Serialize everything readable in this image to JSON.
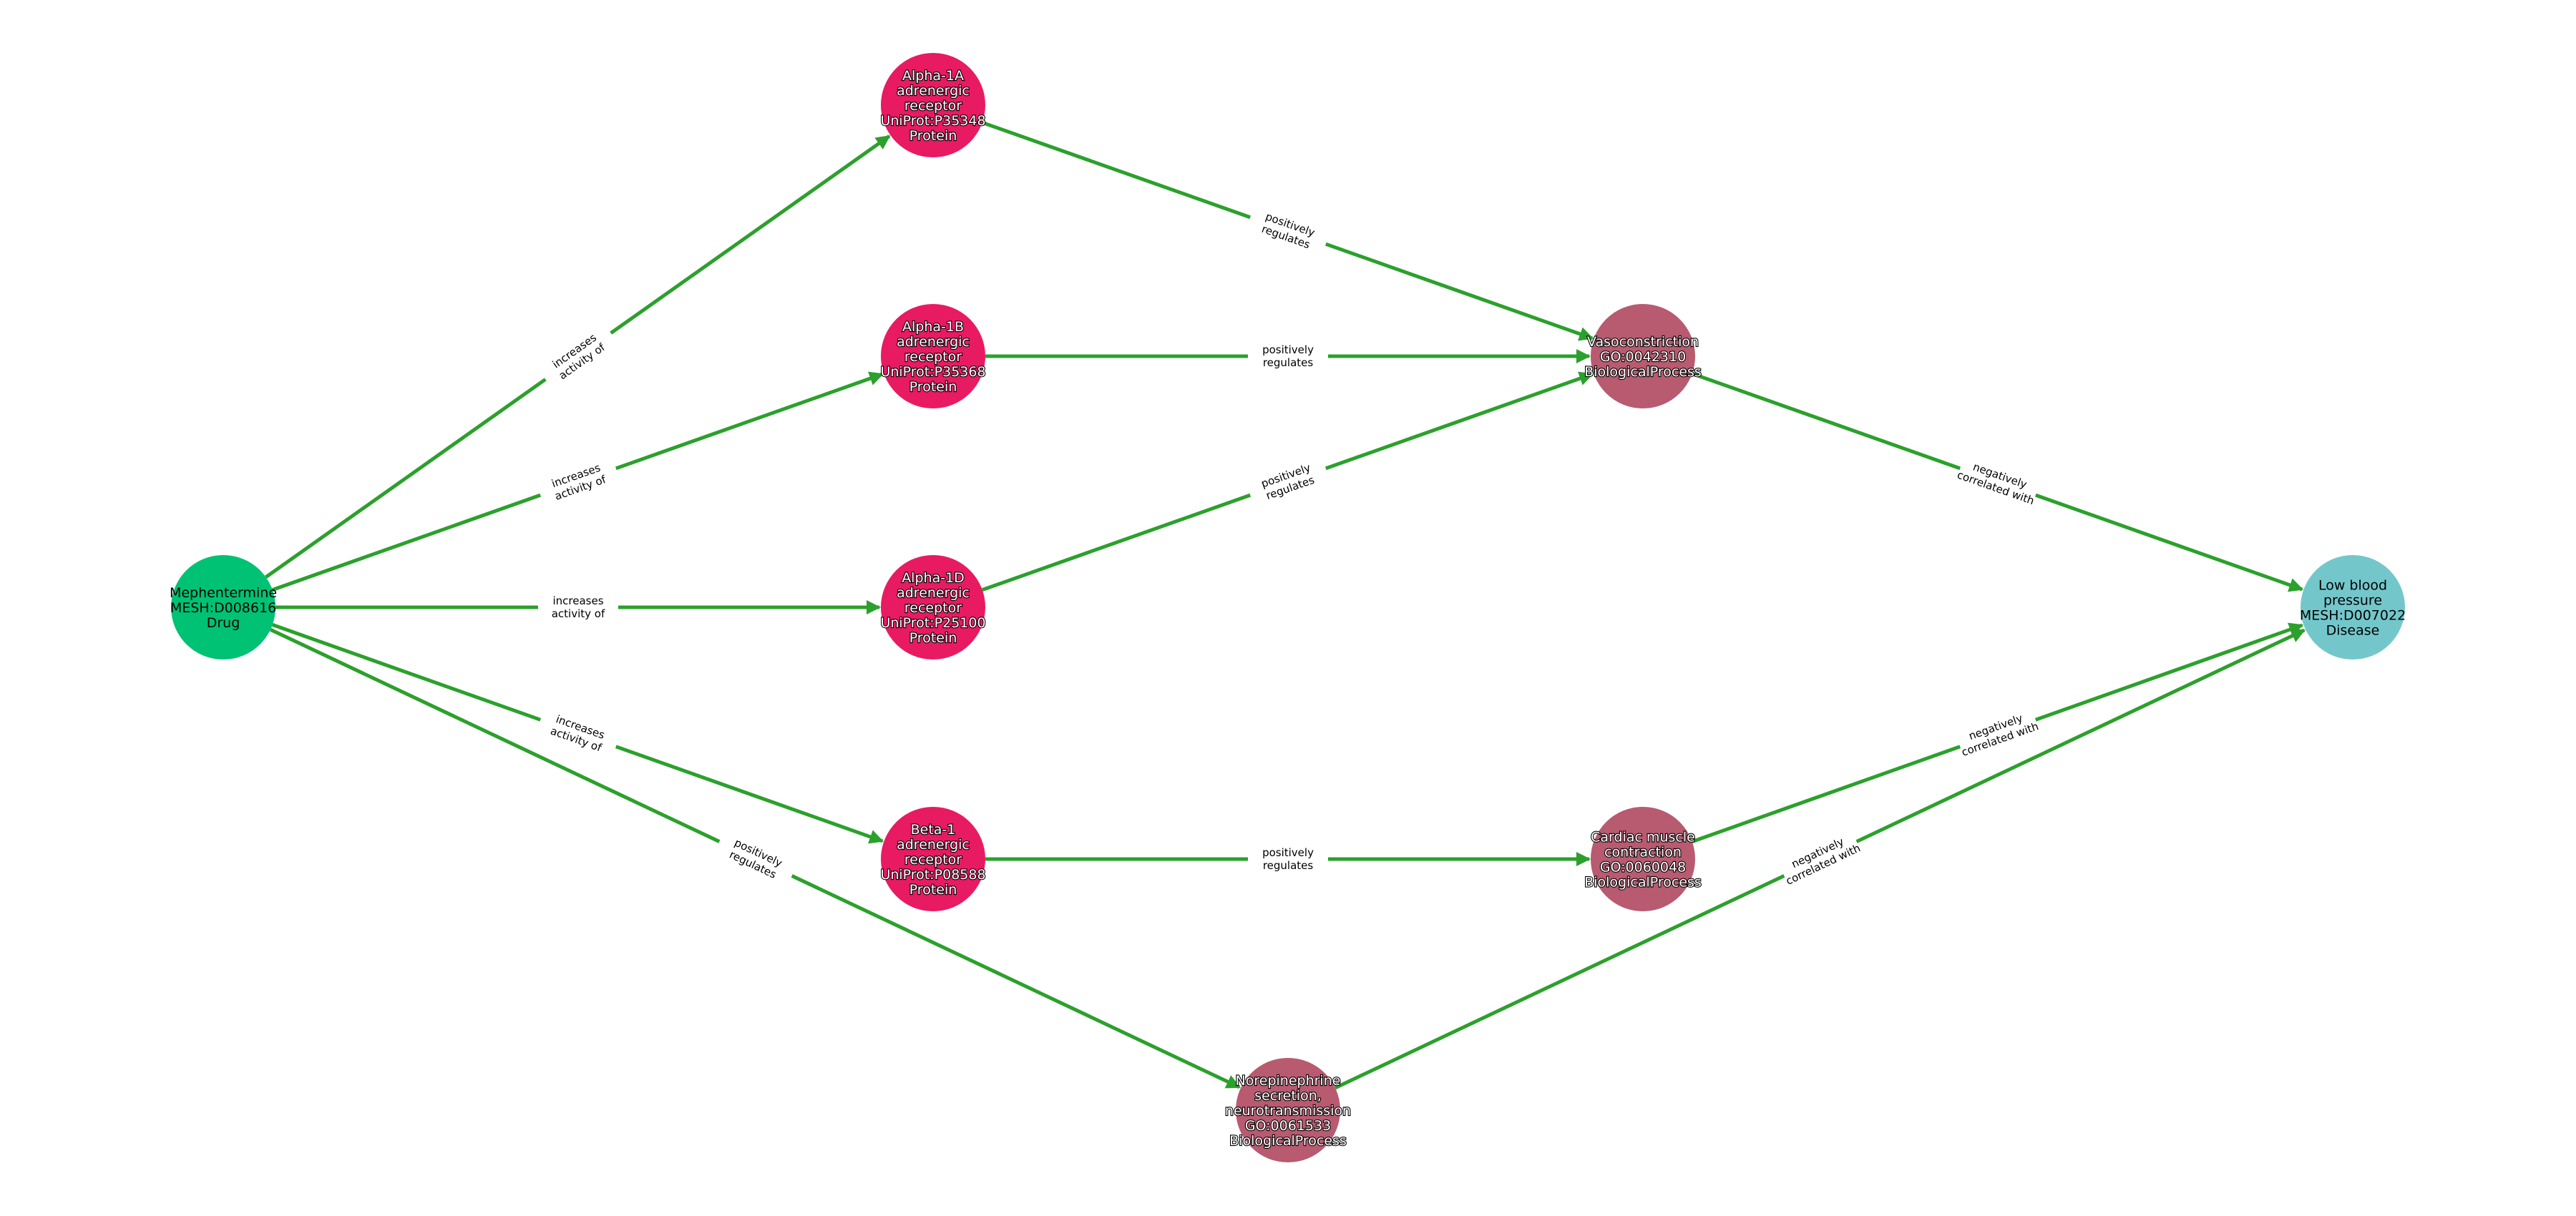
{
  "colors": {
    "edge": "#2ca02c",
    "Drug": "#00c274",
    "Protein": "#e81a62",
    "BiologicalProcess": "#b85a70",
    "Disease": "#73c7cb"
  },
  "nodes": [
    {
      "id": "mephentermine",
      "type": "Drug",
      "lines": [
        "Mephentermine",
        "MESH:D008616",
        "Drug"
      ]
    },
    {
      "id": "alpha1a",
      "type": "Protein",
      "lines": [
        "Alpha-1A",
        "adrenergic",
        "receptor",
        "UniProt:P35348",
        "Protein"
      ]
    },
    {
      "id": "alpha1b",
      "type": "Protein",
      "lines": [
        "Alpha-1B",
        "adrenergic",
        "receptor",
        "UniProt:P35368",
        "Protein"
      ]
    },
    {
      "id": "alpha1d",
      "type": "Protein",
      "lines": [
        "Alpha-1D",
        "adrenergic",
        "receptor",
        "UniProt:P25100",
        "Protein"
      ]
    },
    {
      "id": "beta1",
      "type": "Protein",
      "lines": [
        "Beta-1",
        "adrenergic",
        "receptor",
        "UniProt:P08588",
        "Protein"
      ]
    },
    {
      "id": "vasoconstriction",
      "type": "BiologicalProcess",
      "lines": [
        "Vasoconstriction",
        "GO:0042310",
        "BiologicalProcess"
      ]
    },
    {
      "id": "cardiac",
      "type": "BiologicalProcess",
      "lines": [
        "Cardiac muscle",
        "contraction",
        "GO:0060048",
        "BiologicalProcess"
      ]
    },
    {
      "id": "norepinephrine",
      "type": "BiologicalProcess",
      "lines": [
        "Norepinephrine",
        "secretion,",
        "neurotransmission",
        "GO:0061533",
        "BiologicalProcess"
      ]
    },
    {
      "id": "lowbp",
      "type": "Disease",
      "lines": [
        "Low blood",
        "pressure",
        "MESH:D007022",
        "Disease"
      ]
    }
  ],
  "edges": [
    {
      "source": "mephentermine",
      "target": "alpha1a",
      "label": [
        "increases",
        "activity of"
      ]
    },
    {
      "source": "mephentermine",
      "target": "alpha1b",
      "label": [
        "increases",
        "activity of"
      ]
    },
    {
      "source": "mephentermine",
      "target": "alpha1d",
      "label": [
        "increases",
        "activity of"
      ]
    },
    {
      "source": "mephentermine",
      "target": "beta1",
      "label": [
        "increases",
        "activity of"
      ]
    },
    {
      "source": "mephentermine",
      "target": "norepinephrine",
      "label": [
        "positively",
        "regulates"
      ]
    },
    {
      "source": "alpha1a",
      "target": "vasoconstriction",
      "label": [
        "positively",
        "regulates"
      ]
    },
    {
      "source": "alpha1b",
      "target": "vasoconstriction",
      "label": [
        "positively",
        "regulates"
      ]
    },
    {
      "source": "alpha1d",
      "target": "vasoconstriction",
      "label": [
        "positively",
        "regulates"
      ]
    },
    {
      "source": "beta1",
      "target": "cardiac",
      "label": [
        "positively",
        "regulates"
      ]
    },
    {
      "source": "vasoconstriction",
      "target": "lowbp",
      "label": [
        "negatively",
        "correlated with"
      ]
    },
    {
      "source": "cardiac",
      "target": "lowbp",
      "label": [
        "negatively",
        "correlated with"
      ]
    },
    {
      "source": "norepinephrine",
      "target": "lowbp",
      "label": [
        "negatively",
        "correlated with"
      ]
    }
  ]
}
